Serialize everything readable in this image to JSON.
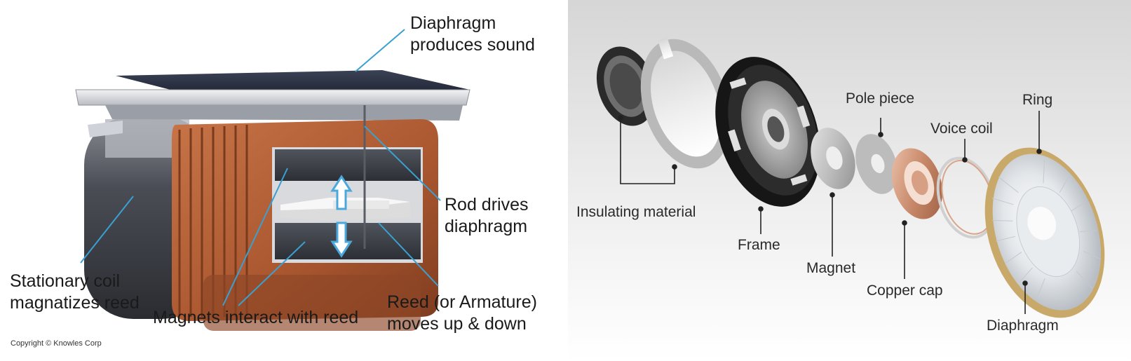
{
  "left_diagram": {
    "labels": {
      "diaphragm_line1": "Diaphragm",
      "diaphragm_line2": "produces sound",
      "rod_line1": "Rod drives",
      "rod_line2": "diaphragm",
      "coil_line1": "Stationary coil",
      "coil_line2": "magnatizes reed",
      "magnets": "Magnets interact with reed",
      "reed_line1": "Reed (or Armature)",
      "reed_line2": "moves up & down"
    },
    "copyright": "Copyright © Knowles Corp",
    "colors": {
      "leader_line": "#3aa0d0",
      "coil_copper": "#b0603a",
      "magnet_dark": "#3c3f46",
      "reed_light": "#e4e4e4",
      "arrow": "#4aa8dc"
    }
  },
  "right_diagram": {
    "labels": {
      "insulating": "Insulating material",
      "frame": "Frame",
      "magnet": "Magnet",
      "pole_piece": "Pole piece",
      "copper_cap": "Copper cap",
      "voice_coil": "Voice coil",
      "ring": "Ring",
      "diaphragm": "Diaphragm"
    },
    "colors": {
      "background_top": "#dcdcdc",
      "background_bottom": "#ffffff",
      "frame": "#1e1e1e",
      "copper": "#c8896a",
      "ring_gold": "#c9a96a"
    }
  }
}
